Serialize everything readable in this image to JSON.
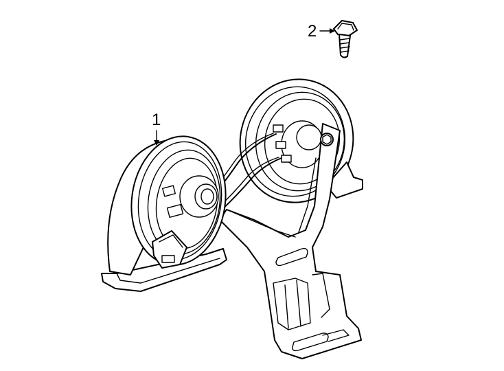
{
  "callouts": [
    {
      "label": "1",
      "part": "horn"
    },
    {
      "label": "2",
      "part": "bolt"
    }
  ],
  "colors": {
    "line": "#000000",
    "background": "#ffffff"
  }
}
